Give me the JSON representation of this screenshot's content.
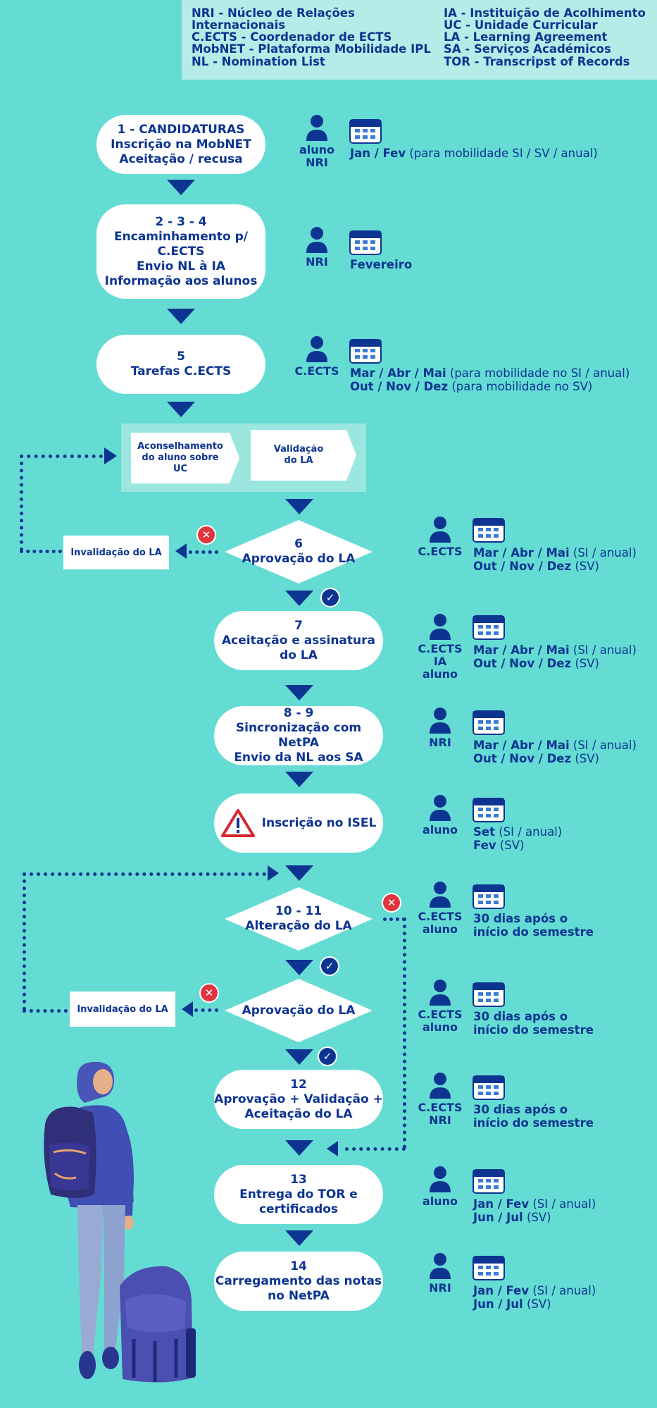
{
  "legend": {
    "left": [
      "NRI - Núcleo de Relações",
      "Internacionais",
      "C.ECTS - Coordenador de ECTS",
      "MobNET - Plataforma Mobilidade IPL",
      "NL - Nomination List"
    ],
    "right": [
      "IA - Instituição de Acolhimento",
      "UC - Unidade Curricular",
      "LA - Learning Agreement",
      "SA - Serviços Académicos",
      "TOR - Transcripst of Records"
    ]
  },
  "steps": {
    "s1": [
      "1 - CANDIDATURAS",
      "Inscrição na MobNET",
      "Aceitação / recusa"
    ],
    "s2": [
      "2  - 3 - 4",
      "Encaminhamento p/",
      "C.ECTS",
      "Envio NL à IA",
      "Informação aos alunos"
    ],
    "s5": [
      "5",
      "Tarefas C.ECTS"
    ],
    "advice": [
      "Aconselhamento",
      "do aluno sobre",
      "UC"
    ],
    "validation": [
      "Validação",
      "do LA"
    ],
    "s6": [
      "6",
      "Aprovação do LA"
    ],
    "s7": [
      "7",
      "Aceitação e assinatura",
      "do LA"
    ],
    "s8": [
      "8 - 9",
      "Sincronização com NetPA",
      "Envio da NL aos SA"
    ],
    "isel": "Inscrição no ISEL",
    "s10": [
      "10 - 11",
      "Alteração do LA"
    ],
    "approval": "Aprovação do LA",
    "s12": [
      "12",
      "Aprovação + Validação +",
      "Aceitação do LA"
    ],
    "s13": [
      "13",
      "Entrega do TOR e",
      "certificados"
    ],
    "s14": [
      "14",
      "Carregamento das notas",
      "no NetPA"
    ]
  },
  "invalidation": "Invalidação do LA",
  "roles": {
    "r1": [
      "aluno",
      "NRI"
    ],
    "r2": [
      "NRI"
    ],
    "r5": [
      "C.ECTS"
    ],
    "r6": [
      "C.ECTS"
    ],
    "r7": [
      "C.ECTS",
      "IA",
      "aluno"
    ],
    "r8": [
      "NRI"
    ],
    "risel": [
      "aluno"
    ],
    "r10": [
      "C.ECTS",
      "aluno"
    ],
    "rapp": [
      "C.ECTS",
      "aluno"
    ],
    "r12": [
      "C.ECTS",
      "NRI"
    ],
    "r13": [
      "aluno"
    ],
    "r14": [
      "NRI"
    ]
  },
  "dates": {
    "d1": {
      "b": "Jan / Fev",
      "t": " (para mobilidade SI / SV / anual)"
    },
    "d2": {
      "b": "Fevereiro",
      "t": ""
    },
    "d5a": {
      "b": "Mar / Abr / Mai",
      "t": " (para mobilidade no SI / anual)"
    },
    "d5b": {
      "b": "Out / Nov / Dez",
      "t": " (para mobilidade no SV)"
    },
    "d6a": {
      "b": "Mar / Abr / Mai",
      "t": " (SI / anual)"
    },
    "d6b": {
      "b": "Out / Nov / Dez",
      "t": " (SV)"
    },
    "d7a": {
      "b": "Mar / Abr / Mai",
      "t": " (SI / anual)"
    },
    "d7b": {
      "b": "Out / Nov / Dez",
      "t": " (SV)"
    },
    "d8a": {
      "b": "Mar / Abr / Mai",
      "t": " (SI / anual)"
    },
    "d8b": {
      "b": "Out / Nov / Dez",
      "t": " (SV)"
    },
    "diselA": {
      "b": "Set",
      "t": " (SI / anual)"
    },
    "diselB": {
      "b": "Fev",
      "t": " (SV)"
    },
    "d10": [
      "30 dias após o",
      "início do semestre"
    ],
    "dapp": [
      "30 dias após o",
      "início do semestre"
    ],
    "d12": [
      "30 dias após o",
      "início do semestre"
    ],
    "d13a": {
      "b": "Jan / Fev",
      "t": " (SI / anual)"
    },
    "d13b": {
      "b": "Jun / Jul",
      "t": " (SV)"
    },
    "d14a": {
      "b": "Jan / Fev",
      "t": " (SI / anual)"
    },
    "d14b": {
      "b": "Jun / Jul",
      "t": " (SV)"
    }
  },
  "colors": {
    "background": "#64dcd3",
    "legend": "#b6ece7",
    "navy": "#0d3491",
    "reject": "#e0343f",
    "warning": "#d7262d"
  },
  "icons": {
    "person": "person-icon",
    "calendar": "calendar-icon",
    "reject": "x-circle-icon",
    "approve": "check-circle-icon",
    "warning": "warning-icon"
  }
}
